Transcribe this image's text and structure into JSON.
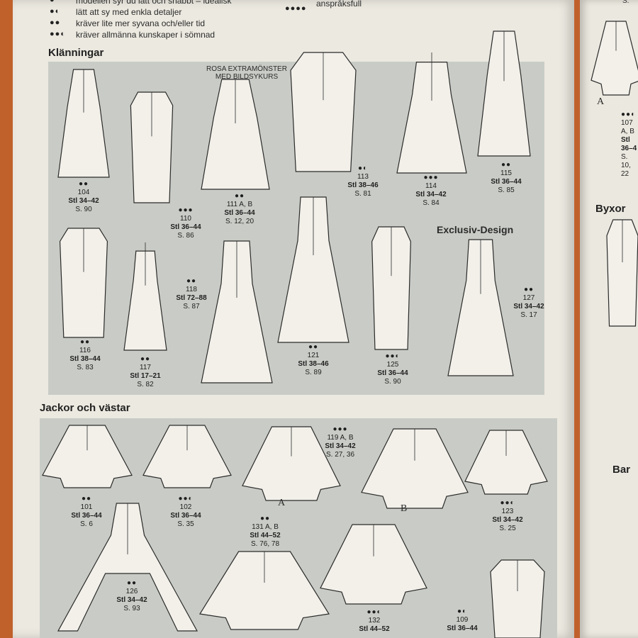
{
  "legend": [
    {
      "dots": "●",
      "text": "modellen syr du lätt och snabbt – idealisk"
    },
    {
      "dots": "●◐",
      "text": "lätt att sy med enkla detaljer"
    },
    {
      "dots": "●●",
      "text": "kräver lite mer syvana och/eller tid"
    },
    {
      "dots": "●●◐",
      "text": "kräver allmänna kunskaper i sömnad"
    }
  ],
  "legend_right": {
    "dots": "●●●●",
    "text": "anspråksfull"
  },
  "sections": {
    "klanningar": "Klänningar",
    "jackor": "Jackor och västar",
    "rosa_caption": "ROSA EXTRAMÖNSTER\nMED BILDSYKURS",
    "exclusiv": "Exclusiv-Design",
    "variant_a": "A",
    "variant_b": "B"
  },
  "dresses": [
    {
      "id": "dress-104",
      "dots": "●●",
      "num": "104",
      "size": "Stl 34–42",
      "page": "S. 90"
    },
    {
      "id": "dress-110",
      "dots": "●●●",
      "num": "110",
      "size": "Stl 36–44",
      "page": "S. 86"
    },
    {
      "id": "dress-111",
      "dots": "●●",
      "num": "111 A, B",
      "size": "Stl 36–44",
      "page": "S. 12, 20"
    },
    {
      "id": "dress-113",
      "dots": "●◐",
      "num": "113",
      "size": "Stl 38–46",
      "page": "S. 81"
    },
    {
      "id": "dress-114",
      "dots": "●●●",
      "num": "114",
      "size": "Stl 34–42",
      "page": "S. 84"
    },
    {
      "id": "dress-115",
      "dots": "●●",
      "num": "115",
      "size": "Stl 36–44",
      "page": "S. 85"
    },
    {
      "id": "dress-116",
      "dots": "●●",
      "num": "116",
      "size": "Stl 38–44",
      "page": "S. 83"
    },
    {
      "id": "dress-117",
      "dots": "●●",
      "num": "117",
      "size": "Stl 17–21",
      "page": "S. 82"
    },
    {
      "id": "dress-118",
      "dots": "●●",
      "num": "118",
      "size": "Stl 72–88",
      "page": "S. 87"
    },
    {
      "id": "dress-121",
      "dots": "●●",
      "num": "121",
      "size": "Stl 38–46",
      "page": "S. 89"
    },
    {
      "id": "dress-125",
      "dots": "●●◐",
      "num": "125",
      "size": "Stl 36–44",
      "page": "S. 90"
    },
    {
      "id": "dress-127",
      "dots": "●●",
      "num": "127",
      "size": "Stl 34–42",
      "page": "S. 17"
    }
  ],
  "jackets": [
    {
      "id": "jacket-101",
      "dots": "●●",
      "num": "101",
      "size": "Stl 36–44",
      "page": "S. 6"
    },
    {
      "id": "jacket-102",
      "dots": "●●◐",
      "num": "102",
      "size": "Stl 36–44",
      "page": "S. 35"
    },
    {
      "id": "jacket-119",
      "dots": "●●●",
      "num": "119 A, B",
      "size": "Stl 34–42",
      "page": "S. 27, 36"
    },
    {
      "id": "jacket-123",
      "dots": "●●◐",
      "num": "123",
      "size": "Stl 34–42",
      "page": "S. 25"
    },
    {
      "id": "jacket-126",
      "dots": "●●",
      "num": "126",
      "size": "Stl 34–42",
      "page": "S. 93"
    },
    {
      "id": "jacket-131",
      "dots": "●●",
      "num": "131 A, B",
      "size": "Stl 44–52",
      "page": "S. 76, 78"
    },
    {
      "id": "jacket-132",
      "dots": "●●◐",
      "num": "132",
      "size": "Stl 44–52",
      "page": ""
    },
    {
      "id": "vest-109",
      "dots": "●◐",
      "num": "109",
      "size": "Stl 36–44",
      "page": ""
    }
  ],
  "right_page": {
    "variant": "A",
    "dots": "●●◐",
    "num": "107 A, B",
    "size": "Stl 36–4",
    "page": "S. 10, 22",
    "top_fragment": "S.",
    "byxor": "Byxor",
    "barn": "Bar"
  },
  "colors": {
    "page": "#ece9e0",
    "panel": "#c9ccc6",
    "table": "#c0612c",
    "ink": "#2b2b2b"
  }
}
